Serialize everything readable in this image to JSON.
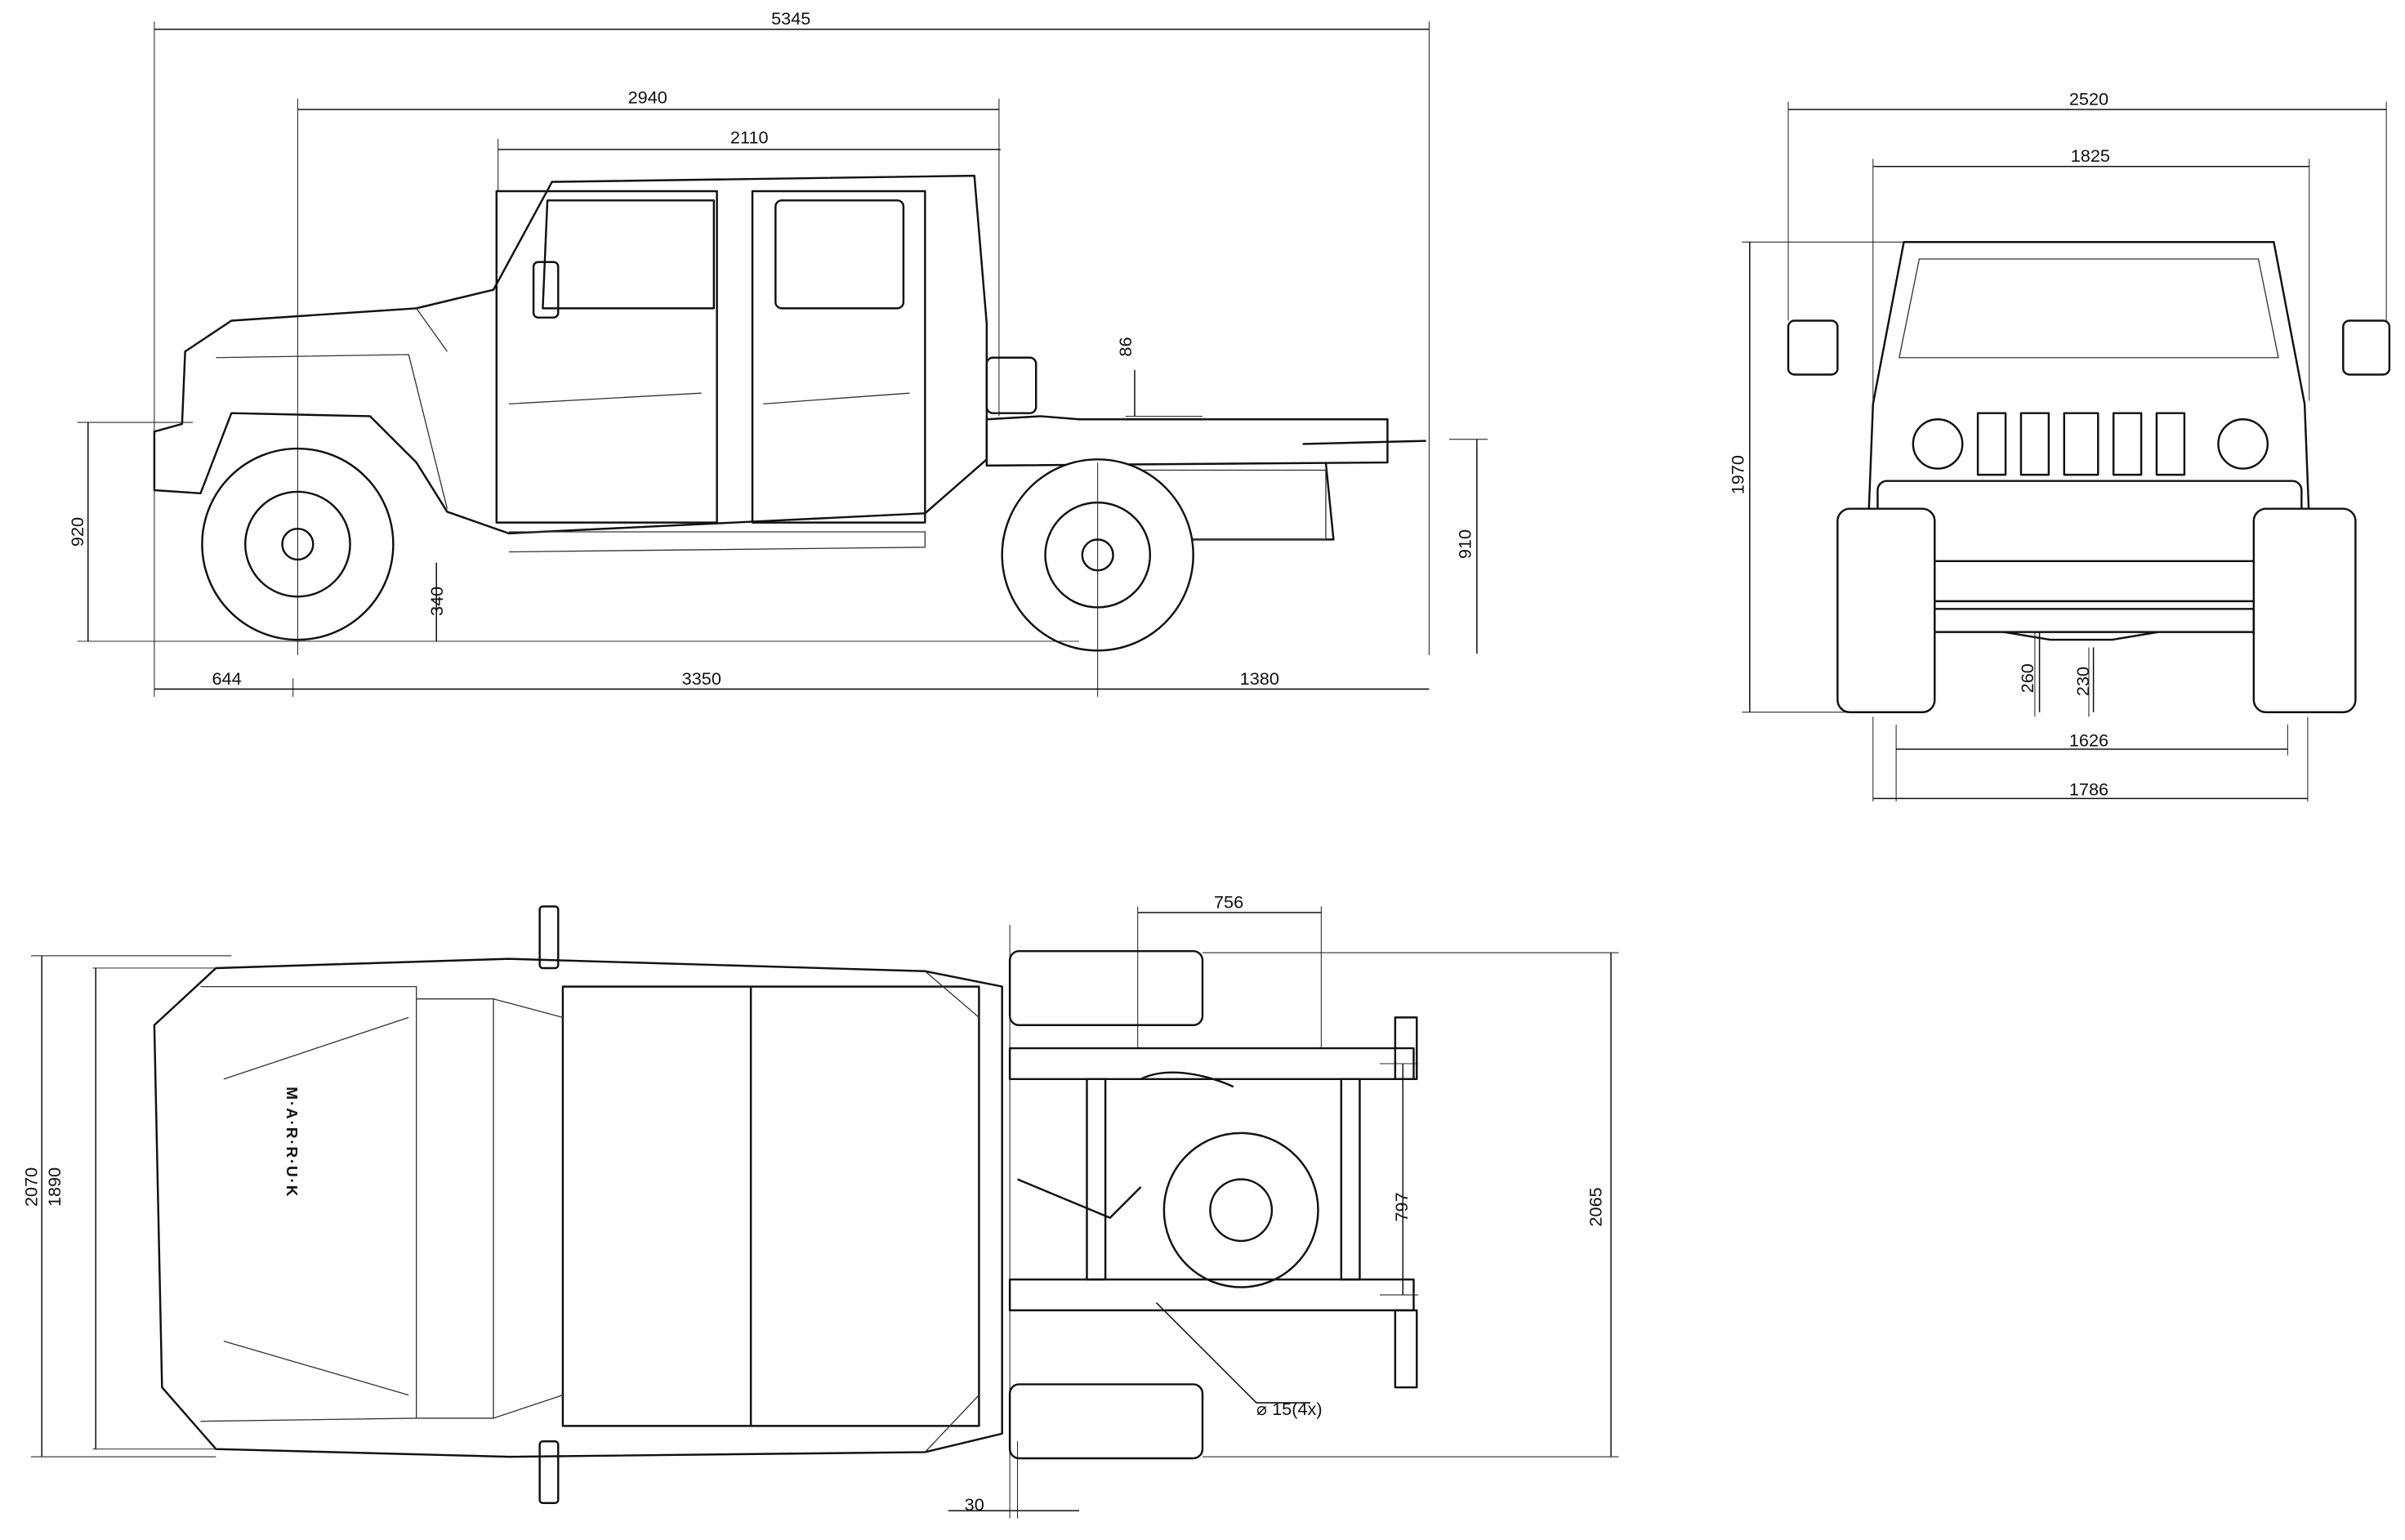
{
  "drawing": {
    "side_view": {
      "overall_length": "5345",
      "cab_length": "2940",
      "door_span": "2110",
      "bed_height": "86",
      "front_height": "920",
      "ground_clearance": "340",
      "rear_height": "910",
      "front_overhang": "644",
      "wheelbase": "3350",
      "rear_overhang": "1380"
    },
    "front_view": {
      "mirror_width": "2520",
      "body_width": "1825",
      "height": "1970",
      "front_axle_clearance": "260",
      "diff_clearance": "230",
      "track_width": "1626",
      "tire_outer_width": "1786"
    },
    "top_view": {
      "frame_spacing": "756",
      "width_overall": "2070",
      "width_body": "1890",
      "rail_spacing": "797",
      "rear_width": "2065",
      "offset": "30",
      "hole_callout": "⌀ 15(4x)",
      "hood_lettering": "M·A·R·R·U·K"
    }
  }
}
